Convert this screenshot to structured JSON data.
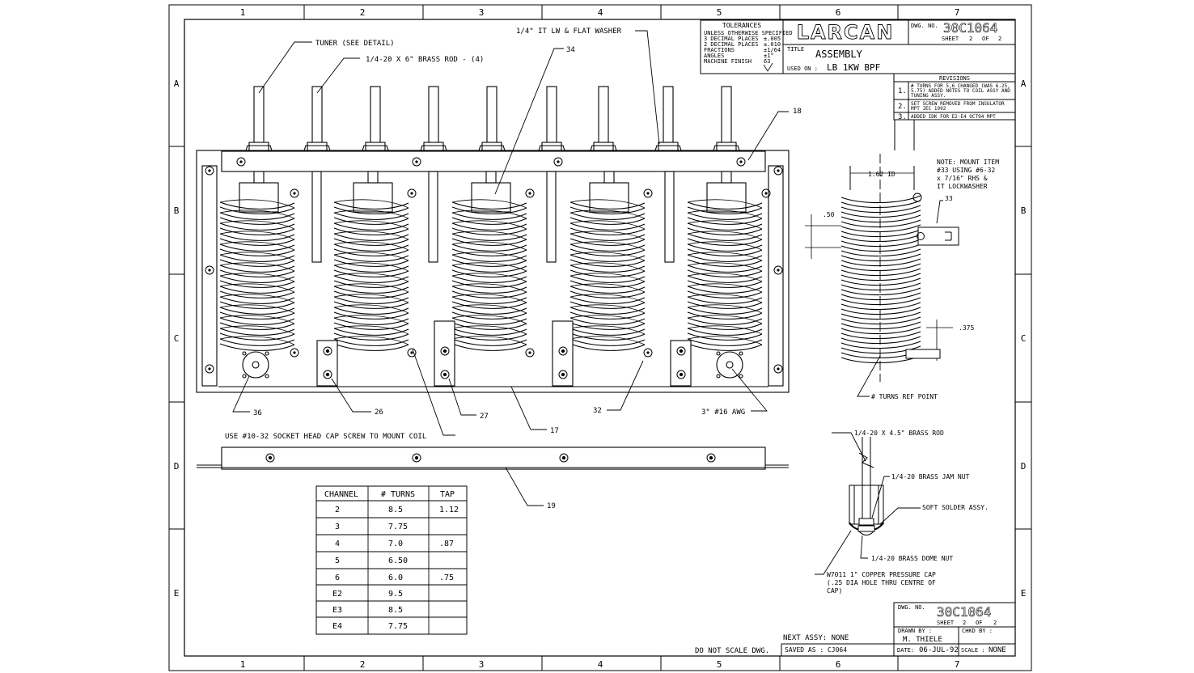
{
  "border": {
    "columns": [
      "1",
      "2",
      "3",
      "4",
      "5",
      "6",
      "7"
    ],
    "rows": [
      "A",
      "B",
      "C",
      "D",
      "E"
    ]
  },
  "callouts": {
    "tuner": "TUNER (SEE DETAIL)",
    "rod": "1/4-20 X 6\" BRASS ROD - (4)",
    "washer": "1/4\" IT LW & FLAT WASHER",
    "item34": "34",
    "item18": "18",
    "item36": "36",
    "item26": "26",
    "item27": "27",
    "item17": "17",
    "item32": "32",
    "wire": "3\" #16 AWG",
    "cap_screw": "USE #10-32 SOCKET HEAD CAP SCREW TO MOUNT COIL",
    "item19": "19"
  },
  "tolerances": {
    "title": "TOLERANCES",
    "lines": [
      {
        "label": "UNLESS OTHERWISE SPECIFIED",
        "value": ""
      },
      {
        "label": "3 DECIMAL PLACES",
        "value": "±.005"
      },
      {
        "label": "2 DECIMAL PLACES",
        "value": "±.010"
      },
      {
        "label": "FRACTIONS",
        "value": "±1/64"
      },
      {
        "label": "ANGLES",
        "value": "±1°"
      },
      {
        "label": "MACHINE FINISH",
        "value": "63"
      }
    ]
  },
  "title_block_top": {
    "logo": "LARCAN",
    "dwg_label": "DWG. NO.",
    "dwg_no": "30C1064",
    "sheet_label": "SHEET",
    "sheet": "2",
    "of_label": "OF",
    "of": "2",
    "title_label": "TITLE",
    "title": "ASSEMBLY",
    "used_on_label": "USED ON :",
    "used_on": "LB 1KW BPF"
  },
  "revisions": {
    "header": "REVISIONS",
    "items": [
      {
        "no": "1.",
        "lines": [
          "# TURNS FOR 5,6 CHANGED (WAS 6.25,",
          "5.75) ADDED NOTES TO COIL ASSY AND",
          "TUNING ASSY."
        ]
      },
      {
        "no": "2.",
        "lines": [
          "SET SCREW REMOVED FROM INSULATOR",
          "MPT JEC 1992"
        ]
      },
      {
        "no": "3.",
        "lines": [
          "ADDED IDK FOR E2-E4 OCT94 MPT"
        ]
      }
    ]
  },
  "coil_detail": {
    "note": [
      "NOTE: MOUNT ITEM",
      "#33 USING #6-32",
      "x 7/16\" RHS &",
      "IT LOCKWASHER"
    ],
    "dia": "1.62 ID",
    "pitch": ".50",
    "item33": "33",
    "tap": ".375",
    "ref": "# TURNS REF POINT"
  },
  "tuner_detail": {
    "rod": "1/4-20 X 4.5\" BRASS ROD",
    "jam_nut": "1/4-20 BRASS JAM NUT",
    "solder": "SOFT SOLDER ASSY.",
    "dome_nut": "1/4-20 BRASS DOME NUT",
    "cap": [
      "W7011 1\" COPPER PRESSURE CAP",
      "(.25 DIA HOLE THRU CENTRE OF",
      "CAP)"
    ]
  },
  "table": {
    "headers": [
      "CHANNEL",
      "# TURNS",
      "TAP"
    ],
    "rows": [
      [
        "2",
        "8.5",
        "1.12"
      ],
      [
        "3",
        "7.75",
        ""
      ],
      [
        "4",
        "7.0",
        ".87"
      ],
      [
        "5",
        "6.50",
        ""
      ],
      [
        "6",
        "6.0",
        ".75"
      ],
      [
        "E2",
        "9.5",
        ""
      ],
      [
        "E3",
        "8.5",
        ""
      ],
      [
        "E4",
        "7.75",
        ""
      ]
    ]
  },
  "title_block_bottom": {
    "next_assy": "NEXT ASSY: NONE",
    "do_not_scale": "DO NOT SCALE DWG.",
    "saved_as": "SAVED AS : CJ064",
    "dwg_label": "DWG. NO.",
    "dwg_no": "30C1064",
    "sheet_label": "SHEET",
    "sheet": "2",
    "of_label": "OF",
    "of": "2",
    "drawn_by_label": "DRAWN BY :",
    "drawn_by": "M. THIELE",
    "chkd_by_label": "CHKD BY :",
    "date_label": "DATE:",
    "date": "06-JUL-92",
    "scale_label": "SCALE :",
    "scale": "NONE"
  }
}
